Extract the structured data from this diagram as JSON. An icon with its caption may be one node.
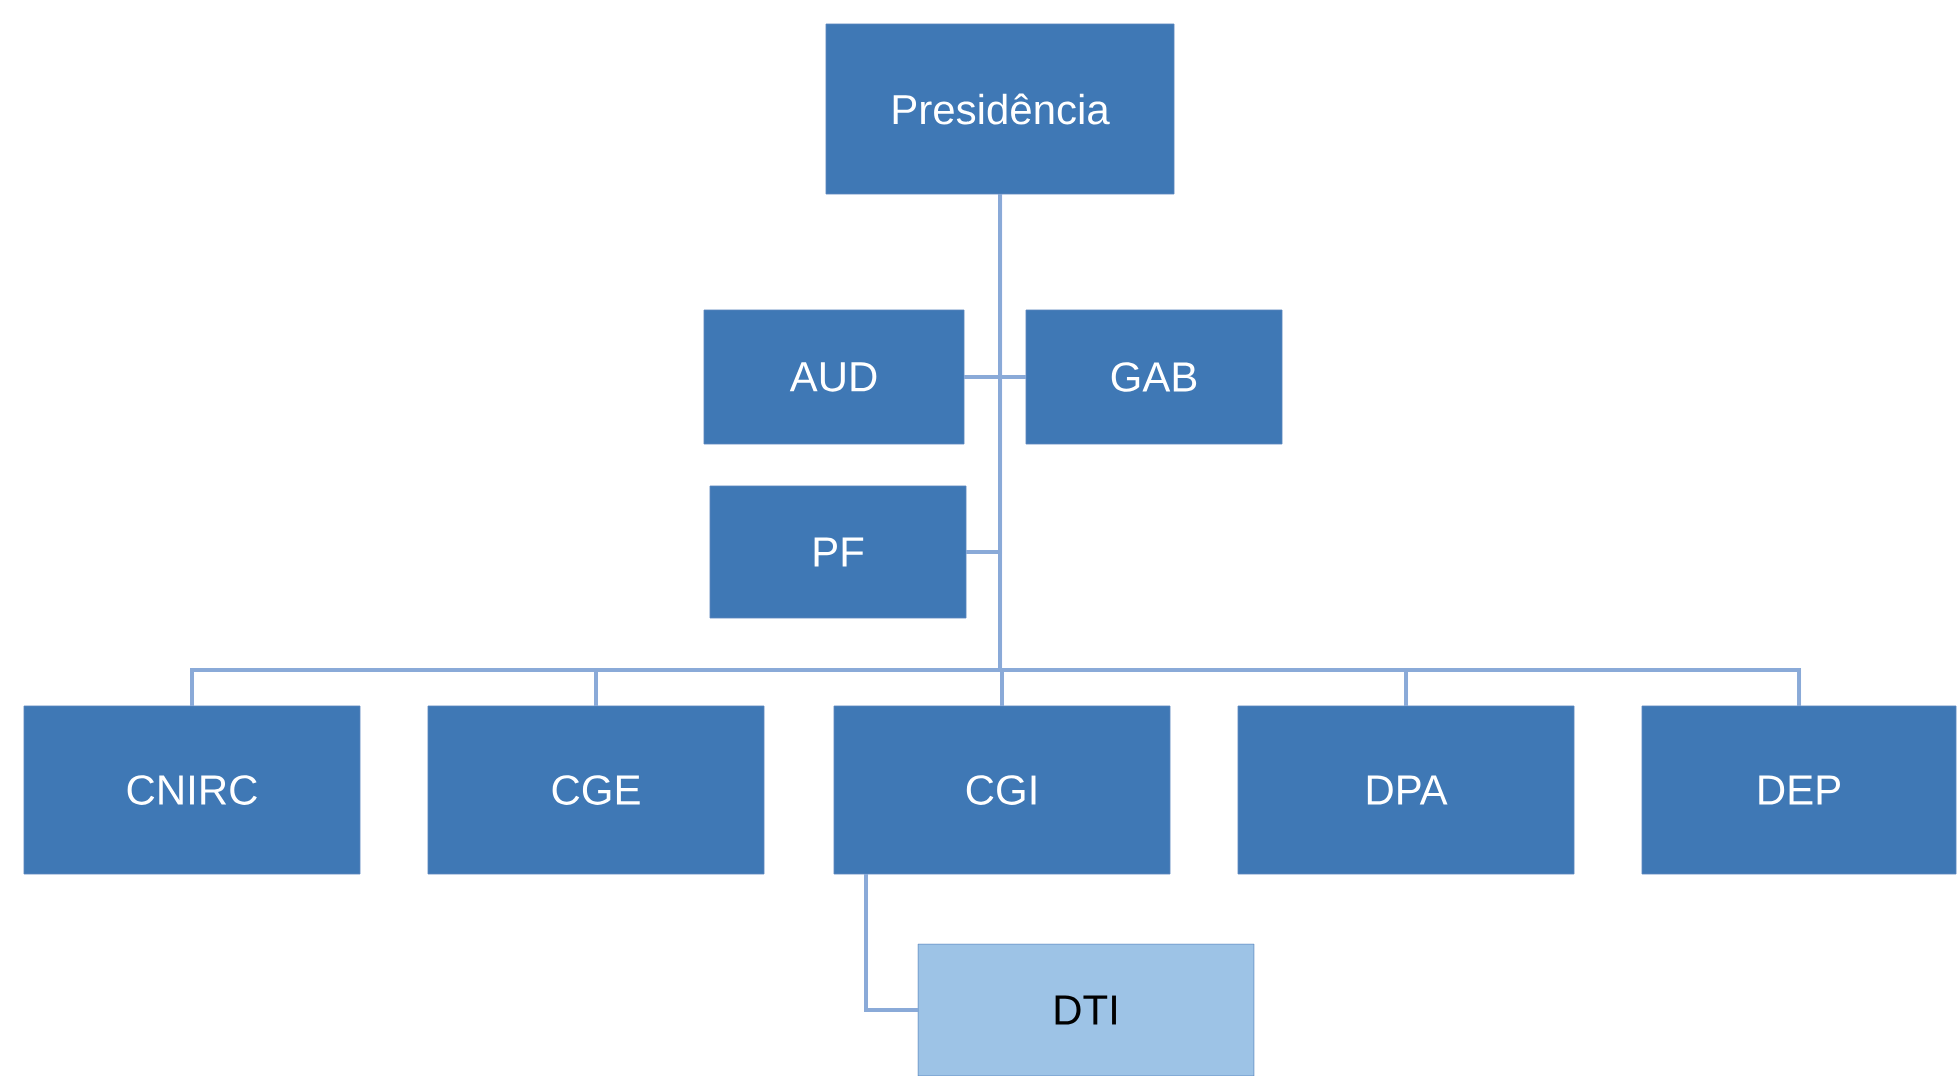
{
  "diagram": {
    "nodes": [
      {
        "text": [
          "Presidência"
        ]
      },
      {
        "text": [
          "AUD"
        ]
      },
      {
        "text": [
          "GAB"
        ]
      },
      {
        "text": [
          "PF"
        ]
      },
      {
        "text": [
          "CNIRC"
        ]
      },
      {
        "text": [
          "CGE"
        ]
      },
      {
        "text": [
          "CGI"
        ]
      },
      {
        "text": [
          "DPA"
        ]
      },
      {
        "text": [
          "DEP"
        ]
      },
      {
        "text": [
          "DTI"
        ]
      }
    ],
    "edges": [
      {
        "from": 0,
        "to": 1,
        "arrow": "none"
      },
      {
        "from": 0,
        "to": 2,
        "arrow": "none"
      },
      {
        "from": 0,
        "to": 3,
        "arrow": "none"
      },
      {
        "from": 0,
        "to": 4,
        "arrow": "none"
      },
      {
        "from": 0,
        "to": 5,
        "arrow": "none"
      },
      {
        "from": 0,
        "to": 6,
        "arrow": "none"
      },
      {
        "from": 0,
        "to": 7,
        "arrow": "none"
      },
      {
        "from": 0,
        "to": 8,
        "arrow": "none"
      },
      {
        "from": 6,
        "to": 9,
        "arrow": "none"
      }
    ]
  }
}
